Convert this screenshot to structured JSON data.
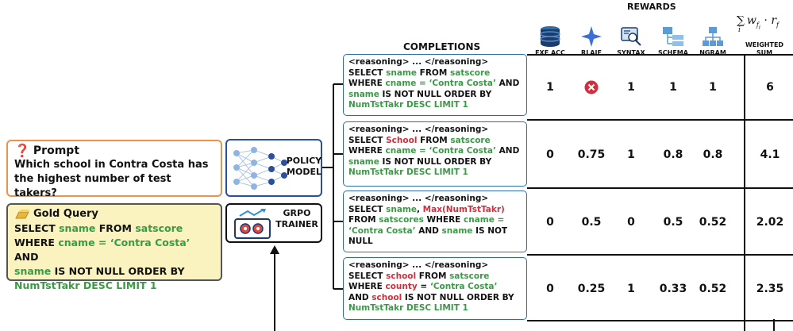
{
  "prompt": {
    "title": "Prompt",
    "text": "Which school in Contra Costa has the highest number of test takers?"
  },
  "gold": {
    "title": "Gold Query",
    "line1_a": "SELECT ",
    "line1_b": "sname",
    "line1_c": " FROM ",
    "line1_d": "satscore",
    "line2_a": "WHERE ",
    "line2_b": "cname = ‘Contra Costa’",
    "line2_c": " AND",
    "line3_a": "sname",
    "line3_b": " IS NOT NULL ORDER BY",
    "line4": "NumTstTakr DESC LIMIT 1"
  },
  "policy": {
    "label_line1": "POLICY",
    "label_line2": "MODEL"
  },
  "grpo": {
    "label_line1": "GRPO",
    "label_line2": "TRAINER"
  },
  "completions": {
    "title": "COMPLETIONS",
    "reasoning": "<reasoning> ... </reasoning>",
    "c1": {
      "l1a": "SELECT ",
      "l1b": "sname",
      "l1c": " FROM ",
      "l1d": "satscore",
      "l2a": "WHERE ",
      "l2b": "cname = ‘Contra Costa’",
      "l2c": " AND",
      "l3a": "sname",
      "l3b": " IS NOT NULL ORDER BY",
      "l4": "NumTstTakr DESC LIMIT 1"
    },
    "c2": {
      "l1a": "SELECT ",
      "l1b": "School",
      "l1c": " FROM ",
      "l1d": "satscore",
      "l2a": "WHERE ",
      "l2b": "cname = ‘Contra Costa’",
      "l2c": " AND",
      "l3a": "sname",
      "l3b": " IS NOT NULL ORDER BY",
      "l4": "NumTstTakr DESC LIMIT 1"
    },
    "c3": {
      "l1a": "SELECT ",
      "l1b": "sname",
      "l1c": ", ",
      "l1d": "Max(NumTstTakr)",
      "l2a": "FROM ",
      "l2b": "satscores",
      "l2c": " WHERE ",
      "l2d": "cname =",
      "l3a": "‘Contra Costa’",
      "l3b": " AND ",
      "l3c": "sname",
      "l3d": " IS NOT",
      "l4": "NULL"
    },
    "c4": {
      "l1a": "SELECT ",
      "l1b": "school",
      "l1c": " FROM ",
      "l1d": "satscore",
      "l2a": "WHERE ",
      "l2b": "county",
      "l2c": " = ",
      "l2d": "‘Contra Costa’",
      "l3a": "AND ",
      "l3b": "school",
      "l3c": " IS NOT NULL ORDER BY",
      "l4": "NumTstTakr DESC LIMIT 1"
    }
  },
  "rewards": {
    "title": "REWARDS",
    "columns": [
      "EXE ACC",
      "RLAIF",
      "SYNTAX",
      "SCHEMA",
      "NGRAM"
    ],
    "weighted_line1": "WEIGHTED",
    "weighted_line2": "SUM",
    "rows": [
      [
        "1",
        "",
        "1",
        "1",
        "1",
        "6"
      ],
      [
        "0",
        "0.75",
        "1",
        "0.8",
        "0.8",
        "4.1"
      ],
      [
        "0",
        "0.5",
        "0",
        "0.5",
        "0.52",
        "2.02"
      ],
      [
        "0",
        "0.25",
        "1",
        "0.33",
        "0.52",
        "2.35"
      ]
    ]
  },
  "colors": {
    "prompt_border": "#e8944c",
    "gold_bg": "#fbf3bf",
    "sql_green": "#3a9a46",
    "sql_red": "#d0303d",
    "completion_border": "#2f6ea5",
    "policy_border": "#2c4f9c",
    "x_mark": "#d0303d"
  },
  "icons": [
    "question-icon",
    "gold-bar-icon",
    "neural-network-icon",
    "trainer-icon",
    "database-icon",
    "sparkle-icon",
    "code-review-icon",
    "schema-icon",
    "hierarchy-icon",
    "x-circle-icon",
    "arrow-up-icon"
  ]
}
